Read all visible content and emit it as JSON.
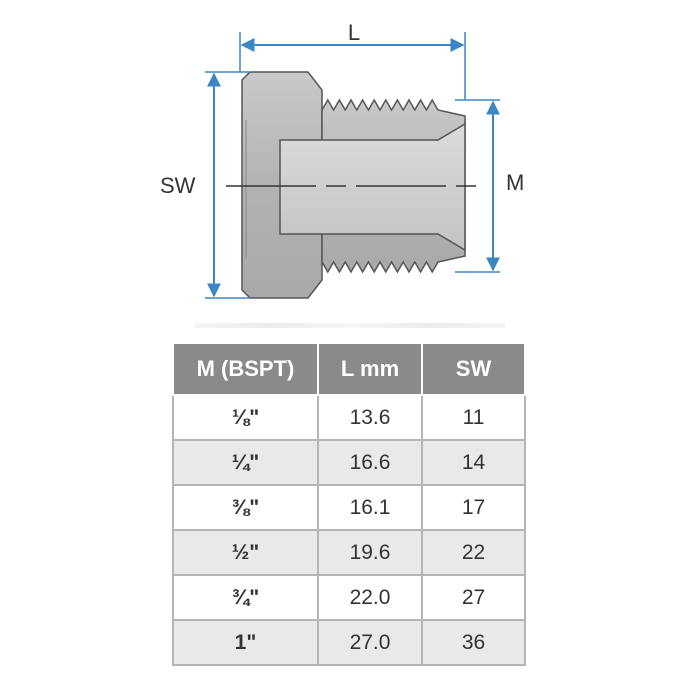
{
  "diagram": {
    "labels": {
      "length": "L",
      "wrench_size": "SW",
      "thread": "M"
    },
    "colors": {
      "dimension": "#3d86c6",
      "body": "#b8b8b8",
      "outline": "#555555",
      "bore": "#d4d4d4"
    }
  },
  "table": {
    "headers": [
      "M (BSPT)",
      "L mm",
      "SW"
    ],
    "header_color": "#8a8a8c",
    "rows": [
      {
        "size": "⅛\"",
        "length": "13.6",
        "sw": "11"
      },
      {
        "size": "¼\"",
        "length": "16.6",
        "sw": "14"
      },
      {
        "size": "⅜\"",
        "length": "16.1",
        "sw": "17"
      },
      {
        "size": "½\"",
        "length": "19.6",
        "sw": "22"
      },
      {
        "size": "¾\"",
        "length": "22.0",
        "sw": "27"
      },
      {
        "size": "1\"",
        "length": "27.0",
        "sw": "36"
      }
    ]
  }
}
